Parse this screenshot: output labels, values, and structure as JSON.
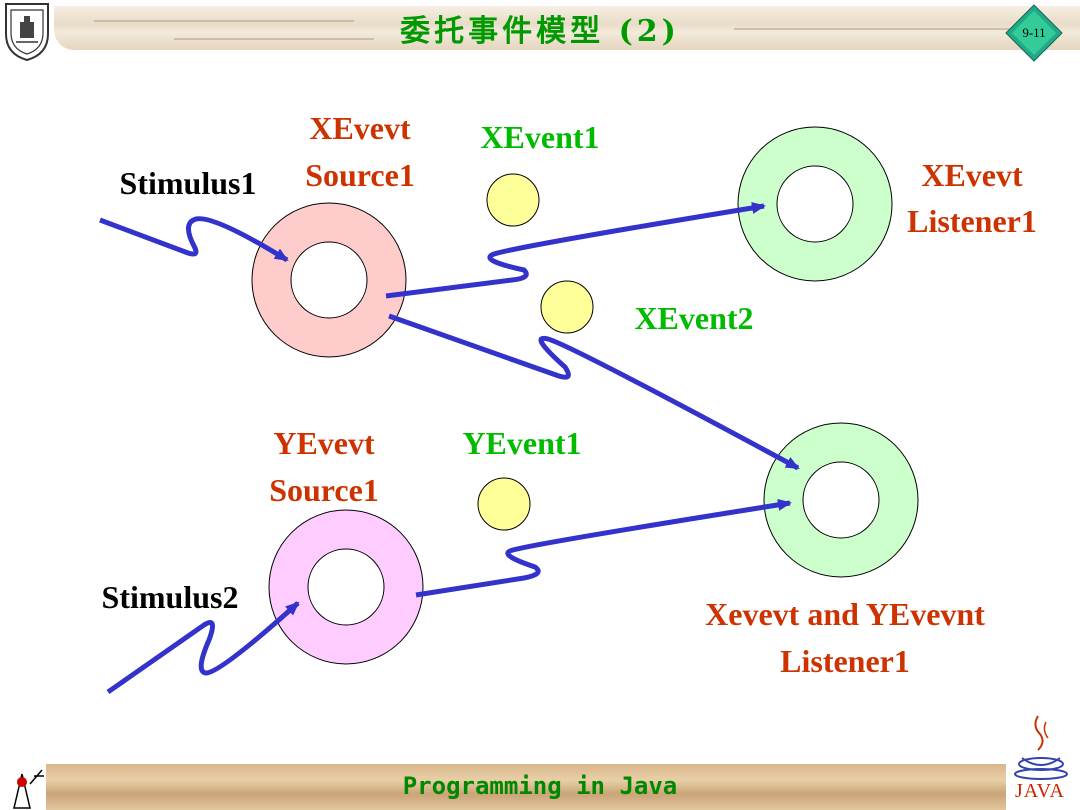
{
  "header": {
    "title": "委托事件模型 (2)",
    "slide_number": "9-11"
  },
  "footer": {
    "text": "Programming in Java",
    "java_logo_text": "JAVA"
  },
  "diagram": {
    "stimulus1": "Stimulus1",
    "stimulus2": "Stimulus2",
    "xsource_line1": "XEvevt",
    "xsource_line2": "Source1",
    "ysource_line1": "YEvevt",
    "ysource_line2": "Source1",
    "xevent1": "XEvent1",
    "xevent2": "XEvent2",
    "yevent1": "YEvent1",
    "xlistener_line1": "XEvevt",
    "xlistener_line2": "Listener1",
    "xylistener_line1": "Xevevt and YEvevnt",
    "xylistener_line2": "Listener1"
  },
  "colors": {
    "arrow": "#3333cc",
    "label_red": "#cc3300",
    "label_green": "#00bb00",
    "xsource_fill": "#ffcccc",
    "ysource_fill": "#ffccff",
    "listener_fill": "#ccffcc",
    "event_fill": "#ffff99"
  }
}
